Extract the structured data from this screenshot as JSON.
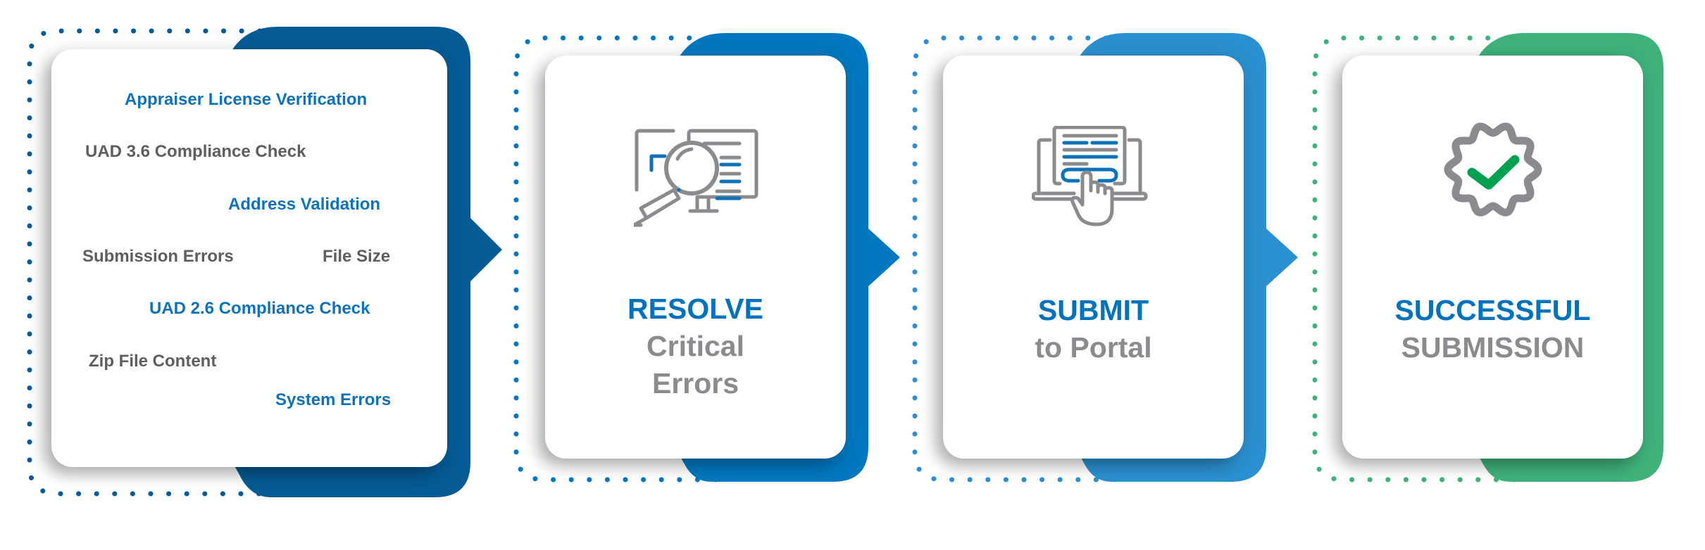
{
  "diagram": {
    "type": "process-flow",
    "steps": [
      {
        "id": "validate",
        "accent_color": "#065b95",
        "checks": [
          {
            "label": "Appraiser License Verification",
            "color": "blue"
          },
          {
            "label": "UAD 3.6 Compliance Check",
            "color": "gray"
          },
          {
            "label": "Address Validation",
            "color": "blue"
          },
          {
            "label": "Submission Errors",
            "color": "gray"
          },
          {
            "label": "File Size",
            "color": "gray"
          },
          {
            "label": "UAD 2.6 Compliance Check",
            "color": "blue"
          },
          {
            "label": "Zip File Content",
            "color": "gray"
          },
          {
            "label": "System Errors",
            "color": "blue"
          }
        ]
      },
      {
        "id": "resolve",
        "accent_color": "#0077bf",
        "icon": "magnifier-monitor-icon",
        "title_line1": "RESOLVE",
        "title_line2": "Critical",
        "title_line3": "Errors"
      },
      {
        "id": "submit",
        "accent_color": "#2b90cf",
        "icon": "laptop-click-icon",
        "title_line1": "SUBMIT",
        "title_line2": "to Portal"
      },
      {
        "id": "success",
        "accent_color": "#3fb27a",
        "icon": "verified-badge-icon",
        "title_line1": "SUCCESSFUL",
        "title_line2": "SUBMISSION"
      }
    ],
    "colors": {
      "title_blue": "#0071bb",
      "title_gray": "#8a8b8e",
      "text_blue": "#0d72b9",
      "text_gray": "#5f5e5c",
      "icon_gray": "#8a8b8e",
      "icon_blue": "#0d72b9",
      "check_green": "#00a251"
    }
  }
}
